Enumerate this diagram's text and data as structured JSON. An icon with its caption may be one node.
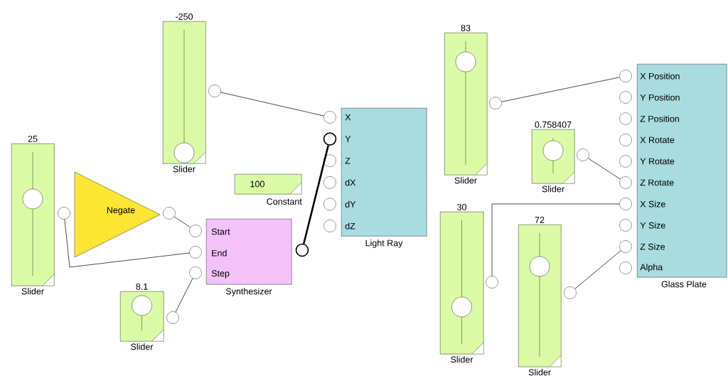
{
  "diagram": {
    "nodes": [
      {
        "text": [
          "-250",
          "Slider"
        ]
      },
      {
        "text": [],
        "shape": "circle"
      },
      {
        "text": [
          "25",
          "Slider"
        ]
      },
      {
        "text": [],
        "shape": "circle"
      },
      {
        "text": [
          "Negate"
        ]
      },
      {
        "text": [],
        "shape": "circle"
      },
      {
        "text": [
          "Start",
          "End",
          "Step",
          "Synthesizer"
        ]
      },
      {
        "text": [],
        "shape": "circle"
      },
      {
        "text": [],
        "shape": "circle"
      },
      {
        "text": [],
        "shape": "circle"
      },
      {
        "text": [],
        "shape": "circle"
      },
      {
        "text": [
          "8.1",
          "Slider"
        ]
      },
      {
        "text": [],
        "shape": "circle"
      },
      {
        "text": [
          "100",
          "Constant"
        ]
      },
      {
        "text": [
          "X",
          "Y",
          "Z",
          "dX",
          "dY",
          "dZ",
          "Light Ray"
        ]
      },
      {
        "text": [],
        "shape": "circle"
      },
      {
        "text": [],
        "shape": "circle"
      },
      {
        "text": [],
        "shape": "circle"
      },
      {
        "text": [],
        "shape": "circle"
      },
      {
        "text": [],
        "shape": "circle"
      },
      {
        "text": [],
        "shape": "circle"
      },
      {
        "text": [
          "83",
          "Slider"
        ]
      },
      {
        "text": [],
        "shape": "circle"
      },
      {
        "text": [
          "0.758407",
          "Slider"
        ]
      },
      {
        "text": [],
        "shape": "circle"
      },
      {
        "text": [
          "30",
          "Slider"
        ]
      },
      {
        "text": [],
        "shape": "circle"
      },
      {
        "text": [
          "72",
          "Slider"
        ]
      },
      {
        "text": [],
        "shape": "circle"
      },
      {
        "text": [
          "X Position",
          "Y Position",
          "Z Position",
          "X Rotate",
          "Y Rotate",
          "Z Rotate",
          "X Size",
          "Y Size",
          "Z Size",
          "Alpha",
          "Glass Plate"
        ]
      },
      {
        "text": [],
        "shape": "circle"
      },
      {
        "text": [],
        "shape": "circle"
      },
      {
        "text": [],
        "shape": "circle"
      },
      {
        "text": [],
        "shape": "circle"
      },
      {
        "text": [],
        "shape": "circle"
      },
      {
        "text": [],
        "shape": "circle"
      },
      {
        "text": [],
        "shape": "circle"
      },
      {
        "text": [],
        "shape": "circle"
      },
      {
        "text": [],
        "shape": "circle"
      },
      {
        "text": [],
        "shape": "circle"
      }
    ],
    "edges": [
      {
        "from": 1,
        "to": 15,
        "arrow": "none"
      },
      {
        "from": 3,
        "to": 8,
        "arrow": "none"
      },
      {
        "from": 5,
        "to": 7,
        "arrow": "none"
      },
      {
        "from": 12,
        "to": 9,
        "arrow": "none"
      },
      {
        "from": 10,
        "to": 16,
        "arrow": "none",
        "style": "thick"
      },
      {
        "from": 22,
        "to": 30,
        "arrow": "none"
      },
      {
        "from": 24,
        "to": 35,
        "arrow": "none"
      },
      {
        "from": 26,
        "to": 36,
        "arrow": "none"
      },
      {
        "from": 28,
        "to": 38,
        "arrow": "none"
      }
    ]
  }
}
